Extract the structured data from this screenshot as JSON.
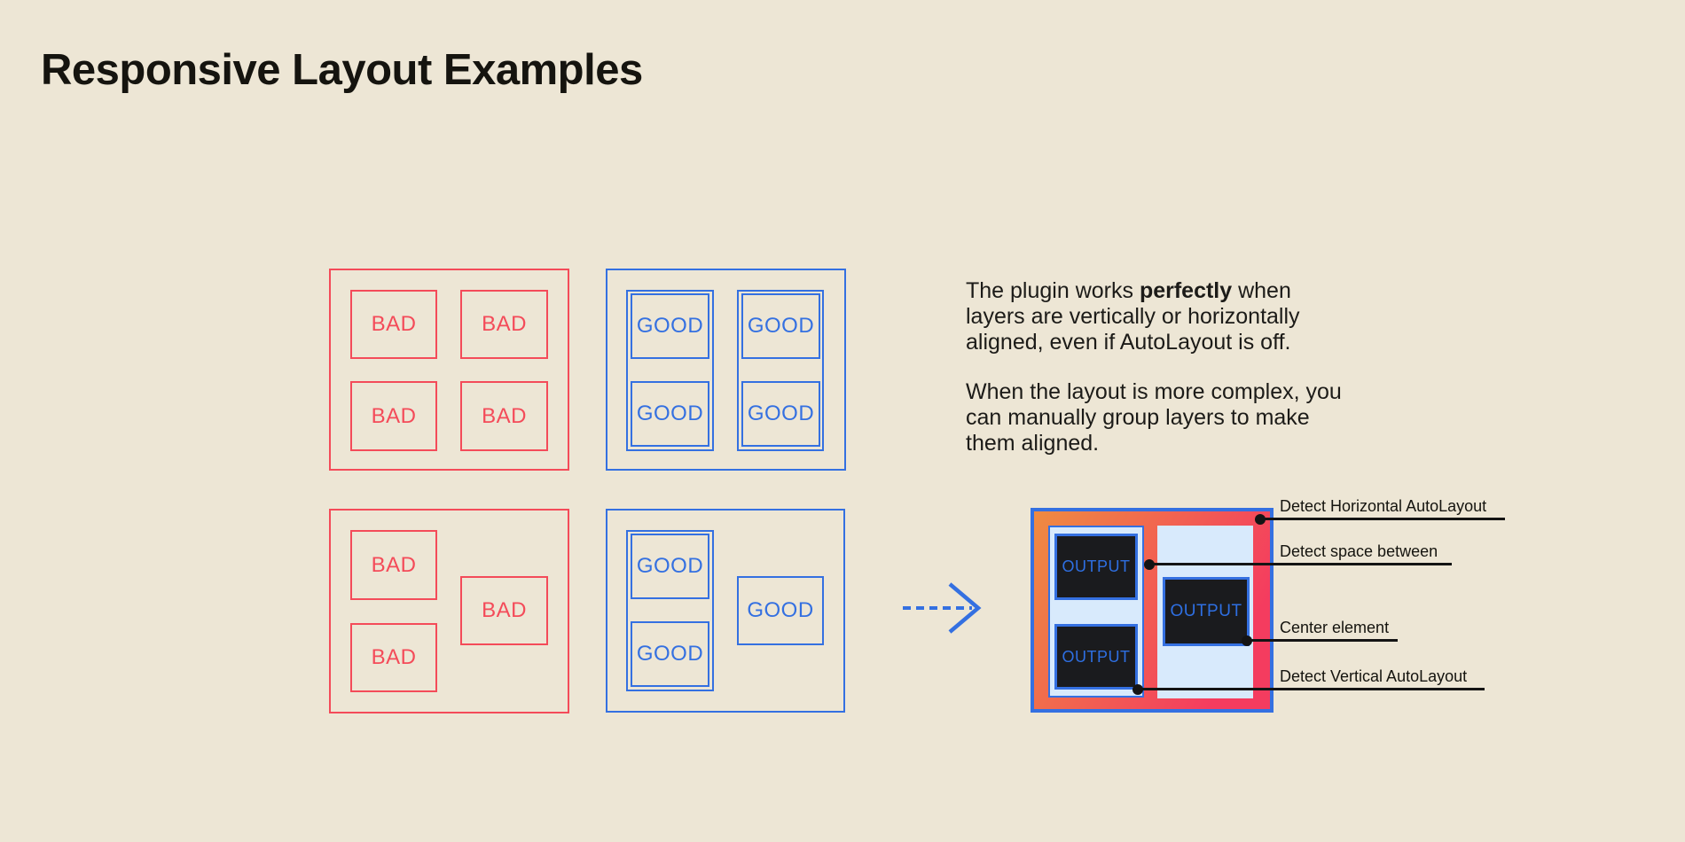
{
  "page": {
    "title": "Responsive Layout Examples"
  },
  "labels": {
    "bad": "BAD",
    "good": "GOOD",
    "output": "OUTPUT"
  },
  "description": {
    "paragraph1": {
      "line1_pre": "The plugin works ",
      "line1_bold": "perfectly",
      "line1_post": " when",
      "line2": "layers are vertically or horizontally",
      "line3": "aligned, even if AutoLayout is off."
    },
    "paragraph2": {
      "line1": "When the layout is more complex, you",
      "line2": "can manually group layers to make",
      "line3": "them aligned."
    }
  },
  "annotations": [
    {
      "label": "Detect Horizontal AutoLayout"
    },
    {
      "label": "Detect space between"
    },
    {
      "label": "Center element"
    },
    {
      "label": "Detect Vertical AutoLayout"
    }
  ],
  "colors": {
    "background": "#EDE6D5",
    "bad_red": "#F44B59",
    "good_blue": "#3470E1",
    "output_panel_light_blue": "#D8EAFC",
    "output_box_dark": "#1A1B1E",
    "gradient_start_orange": "#EF8B41",
    "gradient_end_red": "#F43C5F",
    "annotation_black": "#141414"
  }
}
